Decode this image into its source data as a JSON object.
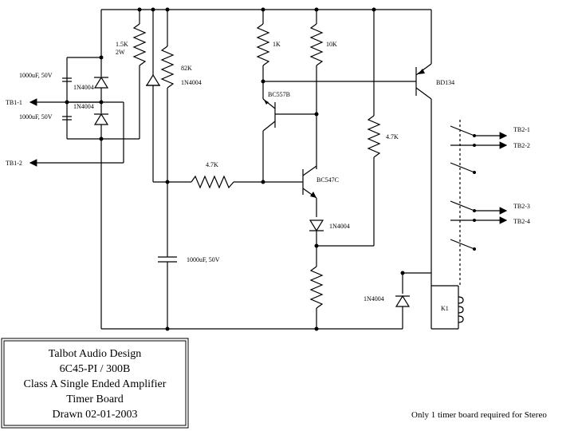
{
  "title_block": {
    "line1": "Talbot Audio Design",
    "line2": "6C45-PI / 300B",
    "line3": "Class A Single Ended Amplifier",
    "line4": "Timer Board",
    "line5": "Drawn 02-01-2003"
  },
  "note": "Only 1 timer board required for Stereo",
  "components": {
    "r_1_5k": "1.5K",
    "r_1_5k_w": "2W",
    "r_82k": "82K",
    "d_82k_side": "1N4004",
    "r_1k": "1K",
    "r_10k": "10K",
    "q_bd134": "BD134",
    "q_bc557b": "BC557B",
    "q_bc547c": "BC547C",
    "r_4_7k_mid": "4.7K",
    "r_4_7k_right": "4.7K",
    "d_1n4004_series": "1N4004",
    "d_1n4004_relay": "1N4004",
    "c_top": "1000uF, 50V",
    "c_bottom": "1000uF, 50V",
    "d_top": "1N4004",
    "d_bottom": "1N4004",
    "c_timer": "1000uF, 50V",
    "relay": "K1"
  },
  "terminals": {
    "tb1_1": "TB1-1",
    "tb1_2": "TB1-2",
    "tb2_1": "TB2-1",
    "tb2_2": "TB2-2",
    "tb2_3": "TB2-3",
    "tb2_4": "TB2-4"
  }
}
